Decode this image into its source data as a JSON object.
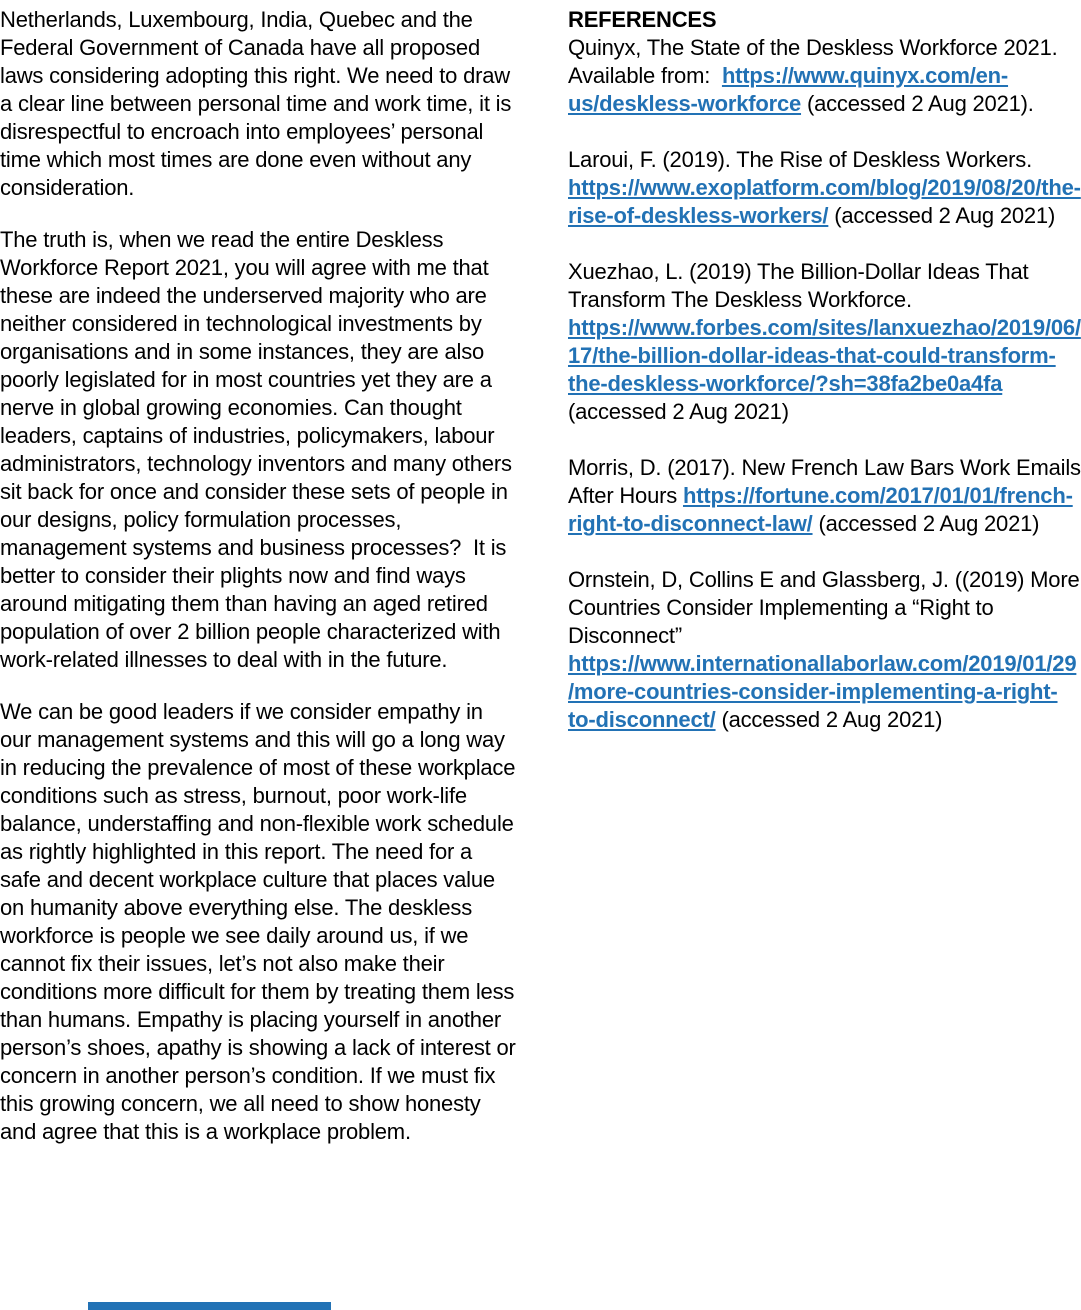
{
  "page": {
    "background_color": "#ffffff",
    "text_color": "#000000",
    "link_color": "#2272b5"
  },
  "left_column": {
    "paragraphs": [
      "Netherlands, Luxembourg, India, Quebec and the Federal Government of Canada have all proposed laws considering adopting this right. We need to draw a clear line between personal time and work time, it is disrespectful to encroach into employees’ personal time which most times are done even without any consideration.",
      "The truth is, when we read the entire Deskless Workforce Report 2021, you will agree with me that these are indeed the underserved majority who are neither considered in technological investments by organisations and in some instances, they are also poorly legislated for in most countries yet they are a nerve in global growing economies. Can thought leaders, captains of industries, policymakers, labour administrators, technology inventors and many others sit back for once and consider these sets of people in our designs, policy formulation processes, management systems and business processes?  It is better to consider their plights now and find ways around mitigating them than having an aged retired population of over 2 billion people characterized with work-related illnesses to deal with in the future.",
      "We can be good leaders if we consider empathy in our management systems and this will go a long way in reducing the prevalence of most of these workplace conditions such as stress, burnout, poor work-life balance, understaffing and non-flexible work schedule as rightly highlighted in this report. The need for a safe and decent workplace culture that places value on humanity above everything else. The deskless workforce is people we see daily around us, if we cannot fix their issues, let’s not also make their conditions more difficult for them by treating them less than humans. Empathy is placing yourself in another person’s shoes, apathy is showing a lack of interest or concern in another person’s condition. If we must fix this growing concern, we all need to show honesty and agree that this is a workplace problem."
    ]
  },
  "right_column": {
    "heading": "REFERENCES",
    "references": [
      {
        "segments": [
          {
            "link": false,
            "text": "Quinyx, The State of the Deskless Workforce 2021. Available from:  "
          },
          {
            "link": true,
            "text": "https://www.quinyx.com/en-us/deskless-workforce"
          },
          {
            "link": false,
            "text": " (accessed 2 Aug 2021)."
          }
        ]
      },
      {
        "segments": [
          {
            "link": false,
            "text": "Laroui, F. (2019). The Rise of Deskless Workers. "
          },
          {
            "link": true,
            "text": "https://www.exoplatform.com/blog/2019/08/20/the-rise-of-deskless-workers/"
          },
          {
            "link": false,
            "text": " (accessed 2 Aug 2021)"
          }
        ]
      },
      {
        "segments": [
          {
            "link": false,
            "text": "Xuezhao, L. (2019) The Billion-Dollar Ideas That Transform The Deskless Workforce. "
          },
          {
            "link": true,
            "text": "https://www.forbes.com/sites/lanxuezhao/2019/06/17/the-billion-dollar-ideas-that-could-transform-the-deskless-workforce/?sh=38fa2be0a4fa"
          },
          {
            "link": false,
            "text": " (accessed 2 Aug 2021)"
          }
        ]
      },
      {
        "segments": [
          {
            "link": false,
            "text": "Morris, D. (2017). New French Law Bars Work Emails After Hours "
          },
          {
            "link": true,
            "text": "https://fortune.com/2017/01/01/french-right-to-disconnect-law/"
          },
          {
            "link": false,
            "text": " (accessed 2 Aug 2021)"
          }
        ]
      },
      {
        "segments": [
          {
            "link": false,
            "text": "Ornstein, D, Collins E and Glassberg, J. ((2019) More Countries Consider Implementing a “Right to Disconnect” "
          },
          {
            "link": true,
            "text": "https://www.internationallaborlaw.com/2019/01/29/more-countries-consider-implementing-a-right-to-disconnect/"
          },
          {
            "link": false,
            "text": " (accessed 2 Aug 2021)"
          }
        ]
      }
    ]
  },
  "footer": {
    "clipped_bar_color": "#2272b5"
  }
}
